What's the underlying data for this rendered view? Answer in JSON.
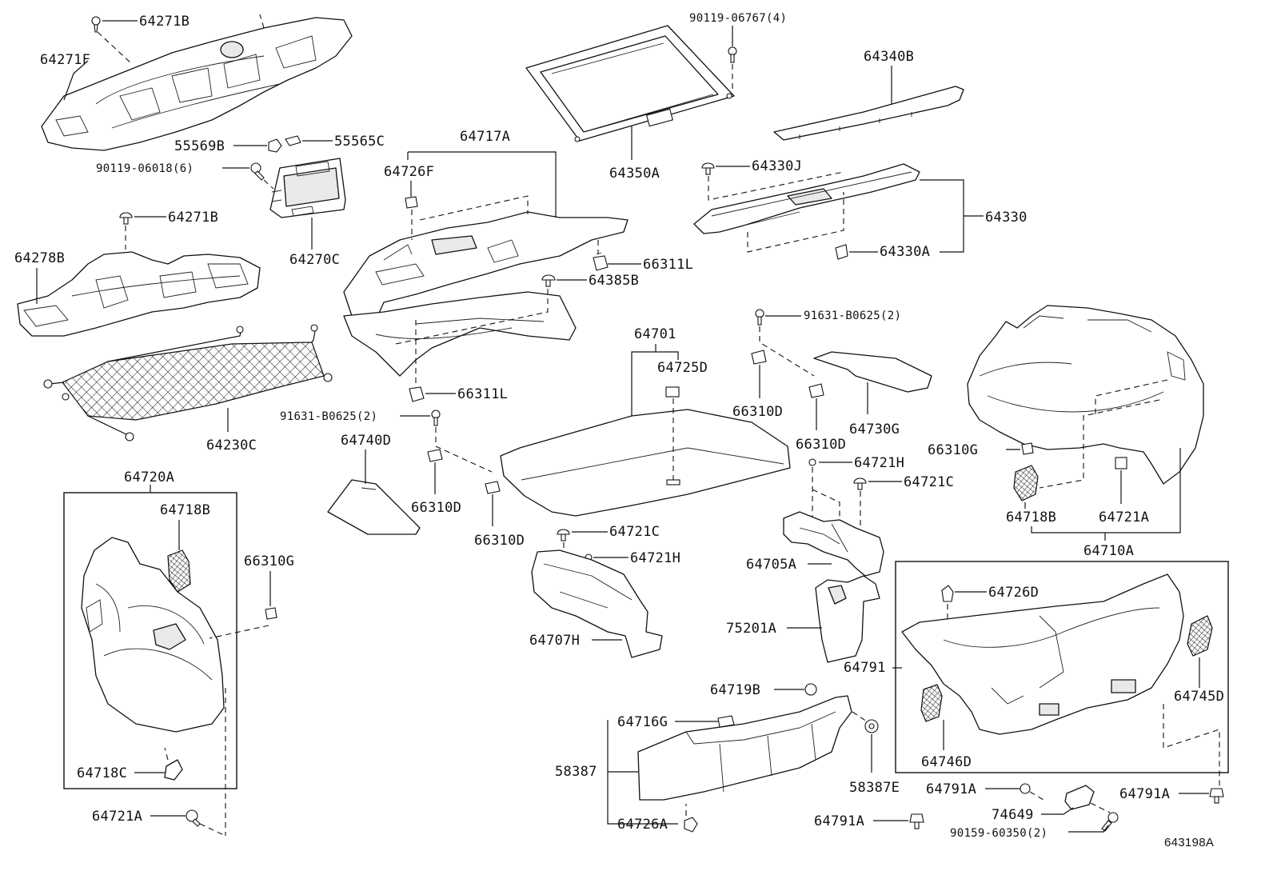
{
  "diagram_ref": "643198A",
  "labels": {
    "l_64271B_top": "64271B",
    "l_64271F": "64271F",
    "l_55569B": "55569B",
    "l_55565C": "55565C",
    "l_90119_06018": "90119-06018(6)",
    "l_64271B_mid": "64271B",
    "l_64270C": "64270C",
    "l_64278B": "64278B",
    "l_64230C": "64230C",
    "l_64717A": "64717A",
    "l_64726F": "64726F",
    "l_66311L_a": "66311L",
    "l_64385B": "64385B",
    "l_66311L_b": "66311L",
    "l_90119_06767": "90119-06767(4)",
    "l_64350A": "64350A",
    "l_64340B": "64340B",
    "l_64330J": "64330J",
    "l_64330": "64330",
    "l_64330A": "64330A",
    "l_91631_B0625_a": "91631-B0625(2)",
    "l_64740D": "64740D",
    "l_66310D_a": "66310D",
    "l_66310D_b": "66310D",
    "l_64701": "64701",
    "l_64725D": "64725D",
    "l_91631_B0625_b": "91631-B0625(2)",
    "l_66310D_c": "66310D",
    "l_66310D_d": "66310D",
    "l_64730G": "64730G",
    "l_64721H_a": "64721H",
    "l_64721C_a": "64721C",
    "l_64721C_b": "64721C",
    "l_64721H_b": "64721H",
    "l_64707H": "64707H",
    "l_64705A": "64705A",
    "l_75201A": "75201A",
    "l_66310G_a": "66310G",
    "l_64718B_a": "64718B",
    "l_64721A_a": "64721A",
    "l_64710A": "64710A",
    "l_64720A": "64720A",
    "l_64718B_b": "64718B",
    "l_66310G_b": "66310G",
    "l_64718C": "64718C",
    "l_64721A_b": "64721A",
    "l_64726D": "64726D",
    "l_64791": "64791",
    "l_64745D": "64745D",
    "l_64746D": "64746D",
    "l_64719B": "64719B",
    "l_64716G": "64716G",
    "l_58387": "58387",
    "l_64726A": "64726A",
    "l_58387E": "58387E",
    "l_64791A_a": "64791A",
    "l_64791A_b": "64791A",
    "l_64791A_c": "64791A",
    "l_74649": "74649",
    "l_90159_60350": "90159-60350(2)"
  }
}
